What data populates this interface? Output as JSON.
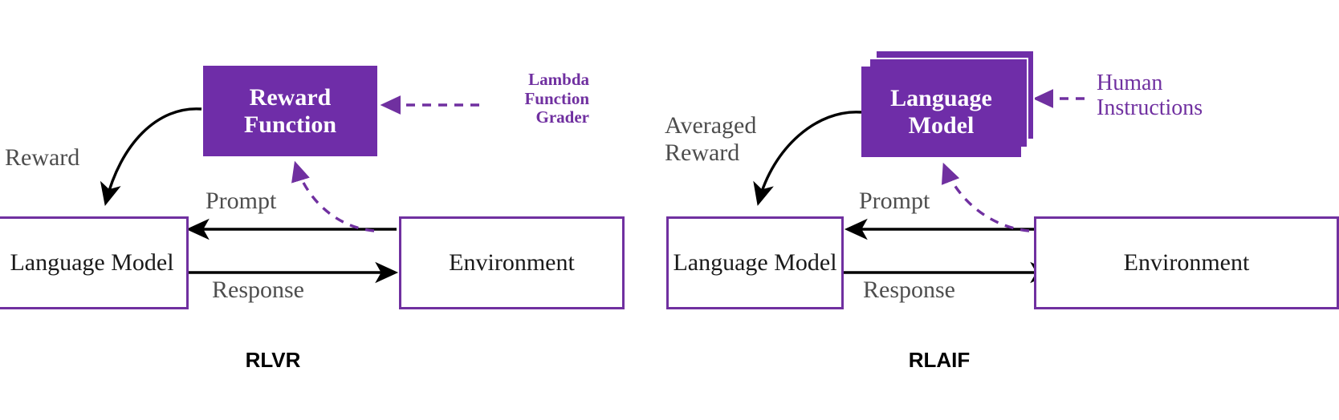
{
  "diagram": {
    "title_left": "RLVR",
    "title_right": "RLAIF",
    "accent_purple": "#7030A0",
    "fill_purple": "#6F2DA8",
    "label_gray": "#4d4d4d"
  },
  "rlvr": {
    "caption": "RLVR",
    "top_box": "Reward\nFunction",
    "left_box": "Language\nModel",
    "right_box": "Environment",
    "reward_label": "Reward",
    "prompt_label": "Prompt",
    "response_label": "Response",
    "source_label": "Lambda\nFunction\nGrader"
  },
  "rlaif": {
    "caption": "RLAIF",
    "top_box": "Language\nModel",
    "top_box_stack_count": 3,
    "left_box": "Language\nModel",
    "right_box": "Environment",
    "reward_label": "Averaged\nReward",
    "prompt_label": "Prompt",
    "response_label": "Response",
    "source_label": "Human\nInstructions"
  }
}
